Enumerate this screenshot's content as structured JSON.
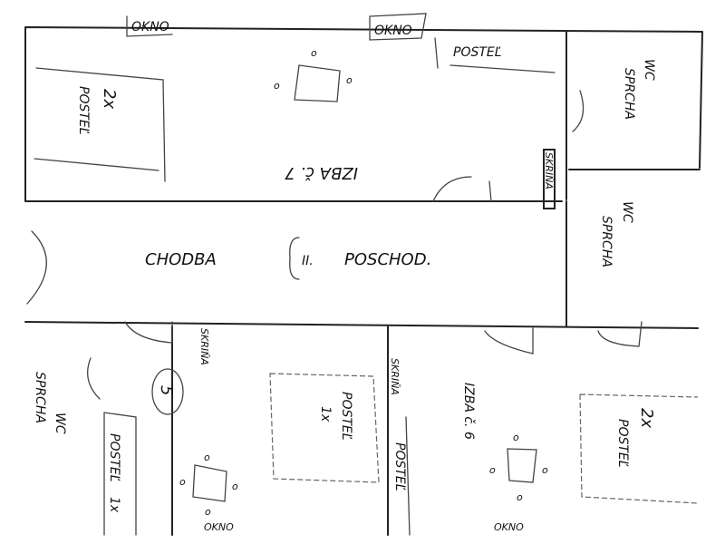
{
  "title": "Floor plan sketch – II. poschodie",
  "labels": {
    "okno": "OKNO",
    "postel": "POSTEĽ",
    "postel_2x": "2x",
    "postel_1x": "1x",
    "wc": "WC",
    "sprcha": "SPRCHA",
    "skrina": "SKRIŇA",
    "izba7": "IZBA č. 7",
    "izba6": "IZBA č. 6",
    "chodba": "CHODBA",
    "poschod_num": "II.",
    "poschod": "POSCHOD.",
    "room5": "5",
    "chair": "o"
  },
  "colors": {
    "ink": "#222222",
    "paper": "#ffffff"
  }
}
